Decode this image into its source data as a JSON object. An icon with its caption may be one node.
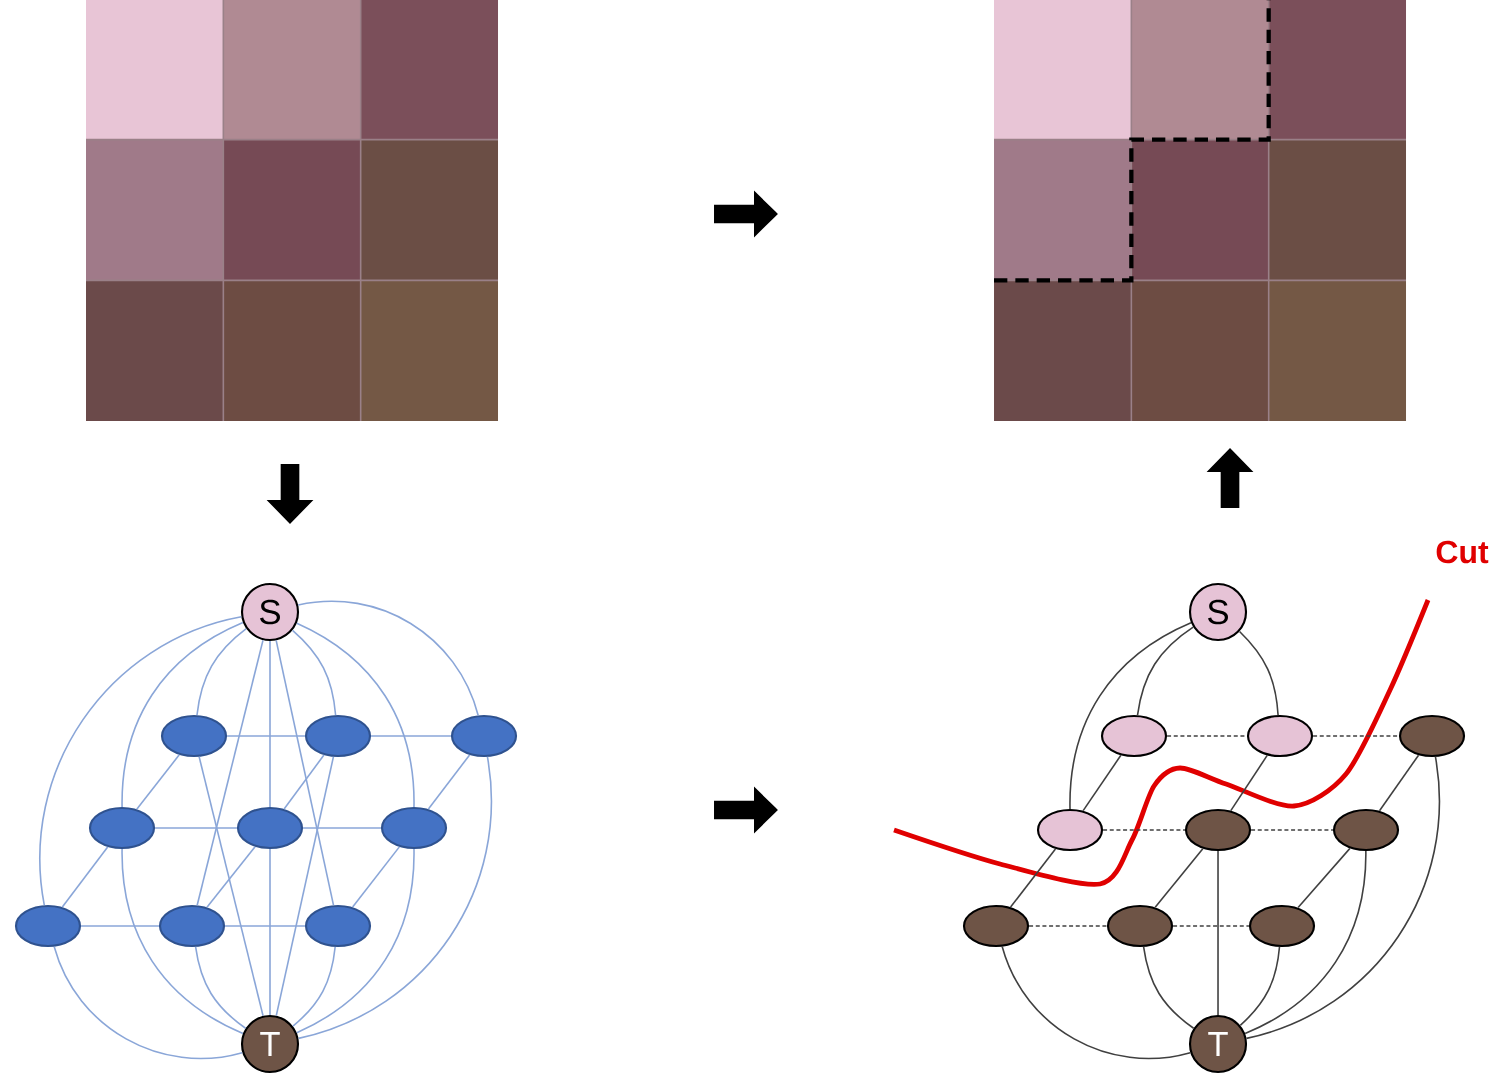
{
  "diagram": {
    "nodes": [
      {
        "text": [],
        "shape": "picture"
      },
      {
        "text": [],
        "shape": "picture"
      },
      {
        "text": [
          "S"
        ]
      },
      {
        "text": [],
        "shape": "ellipse"
      },
      {
        "text": [],
        "shape": "ellipse"
      },
      {
        "text": [],
        "shape": "ellipse"
      },
      {
        "text": [],
        "shape": "ellipse"
      },
      {
        "text": [],
        "shape": "ellipse"
      },
      {
        "text": [],
        "shape": "ellipse"
      },
      {
        "text": [],
        "shape": "ellipse"
      },
      {
        "text": [],
        "shape": "ellipse"
      },
      {
        "text": [],
        "shape": "ellipse"
      },
      {
        "text": [
          "T"
        ]
      },
      {
        "text": [
          "S"
        ]
      },
      {
        "text": [],
        "shape": "ellipse"
      },
      {
        "text": [],
        "shape": "ellipse"
      },
      {
        "text": [],
        "shape": "ellipse"
      },
      {
        "text": [],
        "shape": "ellipse"
      },
      {
        "text": [],
        "shape": "ellipse"
      },
      {
        "text": [],
        "shape": "ellipse"
      },
      {
        "text": [],
        "shape": "ellipse"
      },
      {
        "text": [],
        "shape": "ellipse"
      },
      {
        "text": [],
        "shape": "ellipse"
      },
      {
        "text": [
          "T"
        ]
      }
    ],
    "edges": [
      {
        "from": 3,
        "to": 4,
        "arrow": "none"
      },
      {
        "from": 4,
        "to": 5,
        "arrow": "none"
      },
      {
        "from": 6,
        "to": 7,
        "arrow": "none"
      },
      {
        "from": 7,
        "to": 8,
        "arrow": "none"
      },
      {
        "from": 9,
        "to": 10,
        "arrow": "none"
      },
      {
        "from": 10,
        "to": 11,
        "arrow": "none"
      },
      {
        "from": 9,
        "to": 6,
        "arrow": "none"
      },
      {
        "from": 10,
        "to": 7,
        "arrow": "none"
      },
      {
        "from": 11,
        "to": 8,
        "arrow": "none"
      },
      {
        "from": 6,
        "to": 3,
        "arrow": "none"
      },
      {
        "from": 7,
        "to": 4,
        "arrow": "none"
      },
      {
        "from": 8,
        "to": 5,
        "arrow": "none"
      },
      {
        "from": 2,
        "to": 3,
        "arrow": "none"
      },
      {
        "from": 2,
        "to": 4,
        "arrow": "none"
      },
      {
        "from": 2,
        "to": 5,
        "arrow": "none"
      },
      {
        "from": 2,
        "to": 6,
        "arrow": "none"
      },
      {
        "from": 2,
        "to": 7,
        "arrow": "none"
      },
      {
        "from": 2,
        "to": 8,
        "arrow": "none"
      },
      {
        "from": 2,
        "to": 9,
        "arrow": "none"
      },
      {
        "from": 2,
        "to": 10,
        "arrow": "none"
      },
      {
        "from": 2,
        "to": 11,
        "arrow": "none"
      },
      {
        "from": 3,
        "to": 12,
        "arrow": "none"
      },
      {
        "from": 4,
        "to": 12,
        "arrow": "none"
      },
      {
        "from": 5,
        "to": 12,
        "arrow": "none"
      },
      {
        "from": 6,
        "to": 12,
        "arrow": "none"
      },
      {
        "from": 7,
        "to": 12,
        "arrow": "none"
      },
      {
        "from": 8,
        "to": 12,
        "arrow": "none"
      },
      {
        "from": 9,
        "to": 12,
        "arrow": "none"
      },
      {
        "from": 10,
        "to": 12,
        "arrow": "none"
      },
      {
        "from": 11,
        "to": 12,
        "arrow": "none"
      },
      {
        "from": 14,
        "to": 15,
        "arrow": "none",
        "style": "dashed",
        "color": "#404040"
      },
      {
        "from": 15,
        "to": 16,
        "arrow": "none",
        "style": "dashed",
        "color": "#404040"
      },
      {
        "from": 17,
        "to": 18,
        "arrow": "none",
        "style": "dashed",
        "color": "#404040"
      },
      {
        "from": 18,
        "to": 19,
        "arrow": "none",
        "style": "dashed",
        "color": "#404040"
      },
      {
        "from": 20,
        "to": 21,
        "arrow": "none",
        "style": "dashed",
        "color": "#404040"
      },
      {
        "from": 21,
        "to": 22,
        "arrow": "none",
        "style": "dashed",
        "color": "#404040"
      },
      {
        "from": 20,
        "to": 17,
        "arrow": "none",
        "color": "#404040"
      },
      {
        "from": 21,
        "to": 18,
        "arrow": "none",
        "color": "#404040"
      },
      {
        "from": 22,
        "to": 19,
        "arrow": "none",
        "color": "#404040"
      },
      {
        "from": 17,
        "to": 14,
        "arrow": "none",
        "color": "#404040"
      },
      {
        "from": 18,
        "to": 15,
        "arrow": "none",
        "color": "#404040"
      },
      {
        "from": 19,
        "to": 16,
        "arrow": "none",
        "color": "#404040"
      },
      {
        "from": 13,
        "to": 14,
        "arrow": "none",
        "color": "#404040"
      },
      {
        "from": 13,
        "to": 15,
        "arrow": "none",
        "color": "#404040"
      },
      {
        "from": 13,
        "to": 17,
        "arrow": "none",
        "color": "#404040"
      },
      {
        "from": 16,
        "to": 23,
        "arrow": "none",
        "color": "#404040"
      },
      {
        "from": 18,
        "to": 23,
        "arrow": "none",
        "color": "#404040"
      },
      {
        "from": 19,
        "to": 23,
        "arrow": "none",
        "color": "#404040"
      },
      {
        "from": 20,
        "to": 23,
        "arrow": "none",
        "color": "#404040"
      },
      {
        "from": 21,
        "to": 23,
        "arrow": "none",
        "color": "#404040"
      },
      {
        "from": 22,
        "to": 23,
        "arrow": "none",
        "color": "#404040"
      }
    ],
    "labels": [
      "Cut"
    ]
  }
}
